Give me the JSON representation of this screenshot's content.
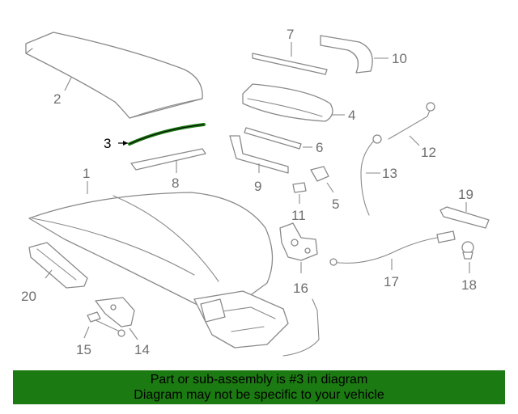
{
  "callouts": {
    "c1": "1",
    "c2": "2",
    "c3": "3",
    "c4": "4",
    "c5": "5",
    "c6": "6",
    "c7": "7",
    "c8": "8",
    "c9": "9",
    "c10": "10",
    "c11": "11",
    "c12": "12",
    "c13": "13",
    "c14": "14",
    "c15": "15",
    "c16": "16",
    "c17": "17",
    "c18": "18",
    "c19": "19",
    "c20": "20"
  },
  "highlight": {
    "part_number": "3",
    "color": "#1c7a12"
  },
  "banner": {
    "line1": "Part or sub-assembly is #3 in diagram",
    "line2": "Diagram may not be specific to your vehicle",
    "background": "#1c7a12"
  }
}
